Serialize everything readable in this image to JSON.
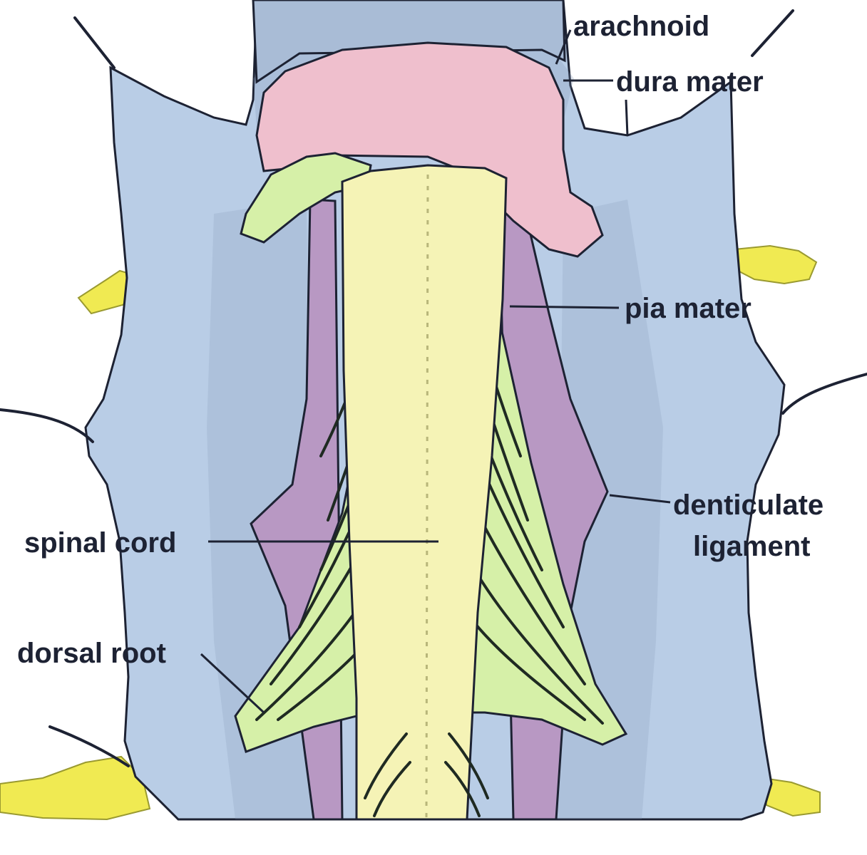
{
  "diagram": {
    "labels": {
      "arachnoid": "arachnoid",
      "dura_mater": "dura mater",
      "pia_mater": "pia mater",
      "denticulate_line1": "denticulate",
      "denticulate_line2": "ligament",
      "spinal_cord": "spinal cord",
      "dorsal_root": "dorsal root"
    },
    "colors": {
      "dura": "#b9cde6",
      "dura_shadow": "#7f95b3",
      "arachnoid": "#efbfcd",
      "pia": "#b898c3",
      "cord": "#f5f3b6",
      "root": "#d6f0a8",
      "root_fiber": "#1f2a22",
      "nerve_yellow": "#f0ea52",
      "outline": "#1d2233"
    }
  }
}
